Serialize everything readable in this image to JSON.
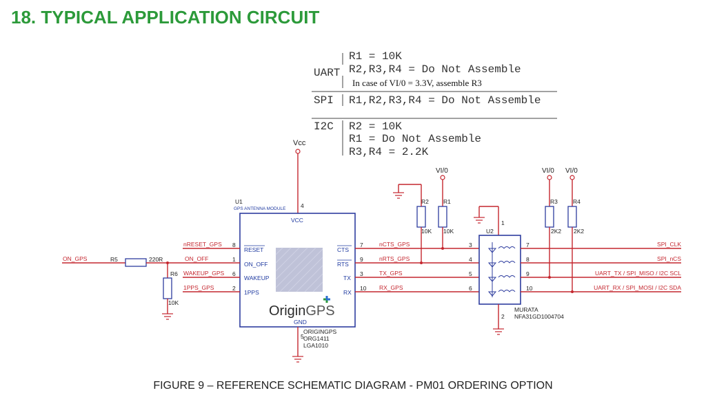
{
  "heading": "18.  TYPICAL APPLICATION CIRCUIT",
  "caption": "FIGURE 9 – REFERENCE SCHEMATIC DIAGRAM - PM01 ORDERING OPTION",
  "config_table": {
    "uart_label": "UART",
    "uart_line1": "R1 = 10K",
    "uart_line2": "R2,R3,R4 = Do Not Assemble",
    "uart_note": "In case of VI/0 = 3.3V, assemble R3",
    "spi_label": "SPI",
    "spi_line1": "R1,R2,R3,R4 = Do Not Assemble",
    "i2c_label": "I2C",
    "i2c_line1": "R2 = 10K",
    "i2c_line2": "R1 = Do Not Assemble",
    "i2c_line3": "R3,R4 = 2.2K"
  },
  "module": {
    "ref": "U1",
    "desc": "GPS ANTENNA MODULE",
    "vcc_pin_label": "VCC",
    "gnd_pin_label": "GND",
    "pins_left": [
      "RESET",
      "ON_OFF",
      "WAKEUP",
      "1PPS"
    ],
    "pins_right": [
      "CTS",
      "RTS",
      "TX",
      "RX"
    ],
    "vcc_pin": "4",
    "gnd_pin": "5",
    "pin_num_left": [
      "8",
      "1",
      "6",
      "2"
    ],
    "pin_num_right": [
      "7",
      "9",
      "3",
      "10"
    ],
    "logo_main": "Origin",
    "logo_suffix": "GPS",
    "maker": "ORIGINGPS",
    "part": "ORG1411",
    "package": "LGA1010"
  },
  "supply": {
    "vcc": "Vcc",
    "vio": "VI/0"
  },
  "nets_left": [
    "nRESET_GPS",
    "ON_OFF",
    "WAKEUP_GPS",
    "1PPS_GPS"
  ],
  "nets_right": [
    "nCTS_GPS",
    "nRTS_GPS",
    "TX_GPS",
    "RX_GPS"
  ],
  "on_gps": "ON_GPS",
  "resistors": {
    "r5": "R5",
    "r5_val": "220R",
    "r6": "R6",
    "r6_val": "10K",
    "r1": "R1",
    "r1_val": "10K",
    "r2": "R2",
    "r2_val": "10K",
    "r3": "R3",
    "r3_val": "2K2",
    "r4": "R4",
    "r4_val": "2K2"
  },
  "u2": {
    "ref": "U2",
    "maker": "MURATA",
    "part": "NFA31GD1004704",
    "pin_top": "1",
    "pin_bottom": "2",
    "pins_left": [
      "3",
      "4",
      "5",
      "6"
    ],
    "pins_right": [
      "7",
      "8",
      "9",
      "10"
    ]
  },
  "outputs": [
    "SPI_CLK",
    "SPI_nCS",
    "UART_TX / SPI_MISO / I2C SCL",
    "UART_RX / SPI_MOSI / I2C SDA"
  ]
}
